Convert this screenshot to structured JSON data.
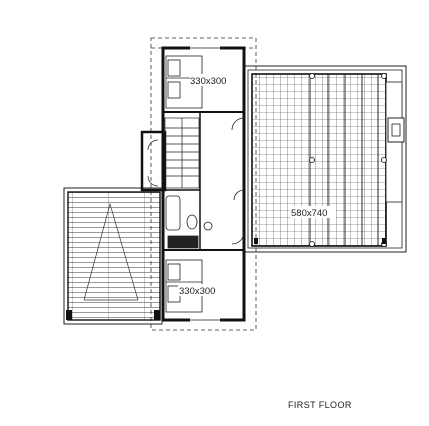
{
  "plan": {
    "caption": "FIRST FLOOR",
    "rooms": {
      "bedroom_top": "330x300",
      "bedroom_bottom": "330x300",
      "terrace": "580x740"
    }
  }
}
